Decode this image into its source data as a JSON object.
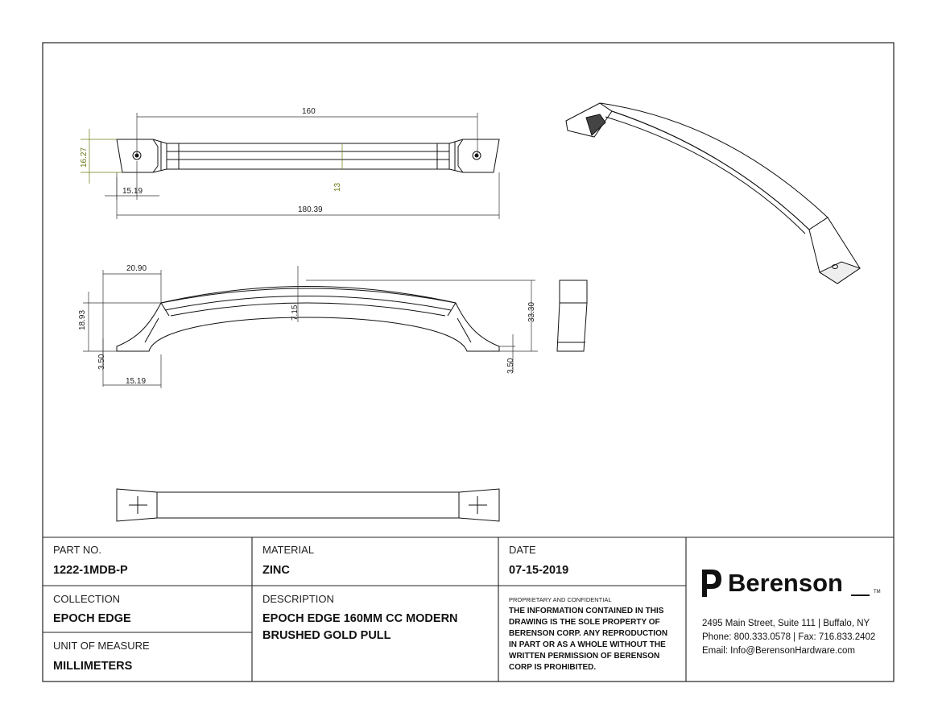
{
  "dimensions": {
    "top_view": {
      "center_to_center": "160",
      "height": "16.27",
      "bar_width": "13",
      "end_offset": "15.19",
      "overall_length": "180.39"
    },
    "side_view": {
      "end_length": "20.90",
      "end_height": "18.93",
      "arch_thickness": "7.15",
      "overall_height": "33.30",
      "foot_left": "3.50",
      "foot_right": "3.50",
      "bottom_offset": "15.19"
    }
  },
  "title_block": {
    "part_no_label": "PART NO.",
    "part_no": "1222-1MDB-P",
    "collection_label": "COLLECTION",
    "collection": "EPOCH EDGE",
    "unit_label": "UNIT OF MEASURE",
    "unit": "MILLIMETERS",
    "material_label": "MATERIAL",
    "material": "ZINC",
    "description_label": "DESCRIPTION",
    "description_line1": "EPOCH EDGE 160MM CC MODERN",
    "description_line2": "BRUSHED GOLD PULL",
    "date_label": "DATE",
    "date": "07-15-2019",
    "proprietary_label": "PROPRIETARY AND CONFIDENTIAL",
    "notice_lines": [
      "THE INFORMATION CONTAINED IN THIS",
      "DRAWING IS THE SOLE PROPERTY OF",
      "BERENSON CORP. ANY REPRODUCTION",
      "IN PART OR AS A WHOLE WITHOUT THE",
      "WRITTEN PERMISSION OF BERENSON",
      "CORP IS PROHIBITED."
    ]
  },
  "company": {
    "name": "Berenson",
    "trademark": "TM",
    "address": "2495 Main Street, Suite 111 | Buffalo, NY",
    "phone_fax": "Phone: 800.333.0578 | Fax: 716.833.2402",
    "email": "Email: Info@BerensonHardware.com"
  },
  "colors": {
    "line": "#111111",
    "dimension_accent": "#6b7a14"
  }
}
